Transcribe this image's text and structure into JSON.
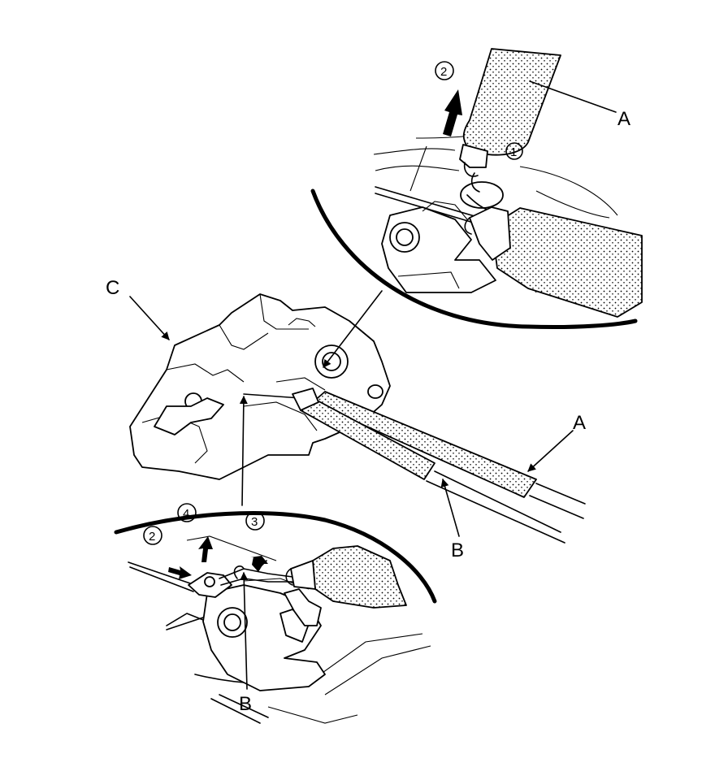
{
  "labels": {
    "a_top": "A",
    "a_mid": "A",
    "b_mid": "B",
    "b_bottom": "B",
    "c": "C"
  },
  "steps": {
    "top_2": "2",
    "top_1": "1",
    "bottom_4": "4",
    "bottom_3": "3",
    "bottom_2": "2"
  }
}
